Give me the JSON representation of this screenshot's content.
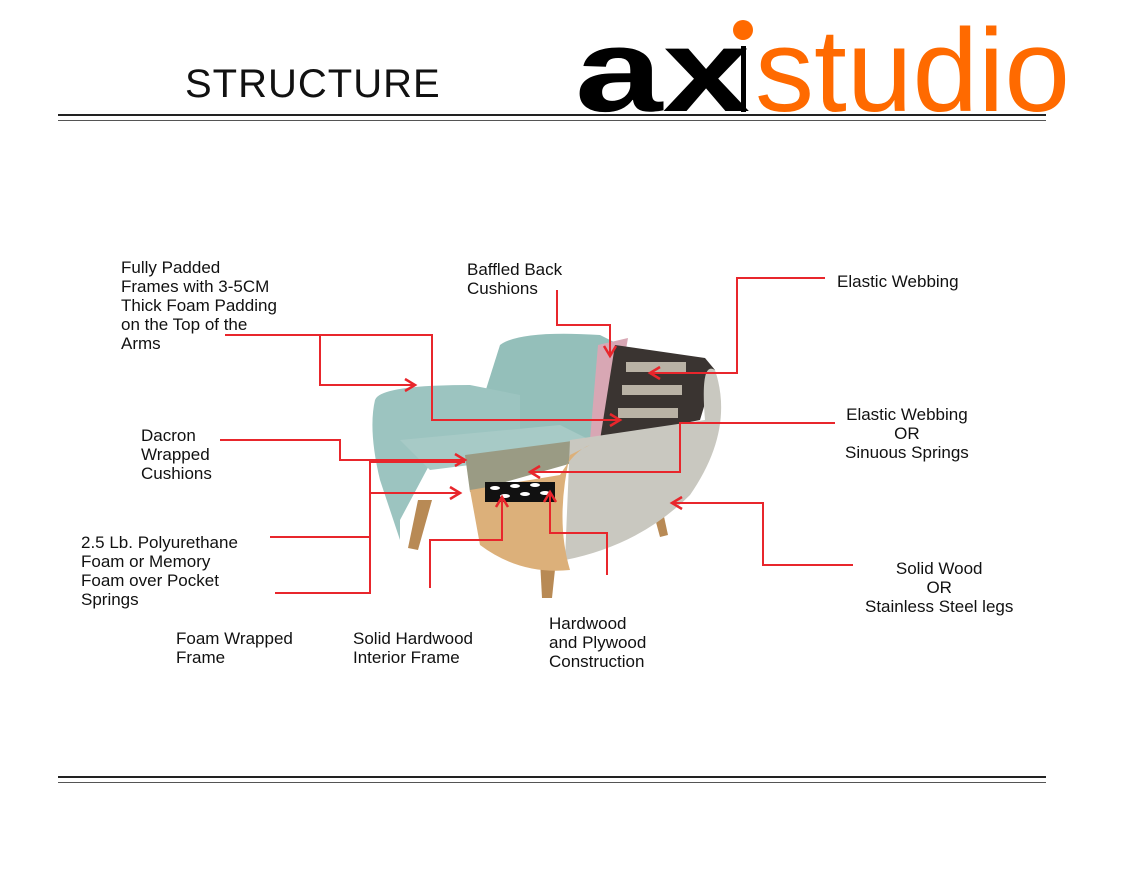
{
  "header": {
    "title": "STRUCTURE",
    "logo_text": "axistudio"
  },
  "colors": {
    "accent": "#ff6a00",
    "leader": "#e8262c",
    "fabric": "#9cc4c0"
  },
  "labels": {
    "fully_padded": "Fully Padded\nFrames with 3-5CM\nThick Foam Padding\non the Top of the\nArms",
    "baffled_back": "Baffled Back\nCushions",
    "elastic_webbing": "Elastic Webbing",
    "elastic_or_sinuous": "Elastic Webbing\nOR\nSinuous Springs",
    "dacron": "Dacron\nWrapped\nCushions",
    "polyurethane": "2.5 Lb. Polyurethane\nFoam or Memory\nFoam over Pocket\nSprings",
    "solid_wood_legs": "Solid Wood\nOR\nStainless Steel legs",
    "foam_wrapped": "Foam Wrapped\nFrame",
    "solid_hardwood": "Solid Hardwood\nInterior Frame",
    "hardwood_plywood": "Hardwood\nand Plywood\nConstruction"
  }
}
